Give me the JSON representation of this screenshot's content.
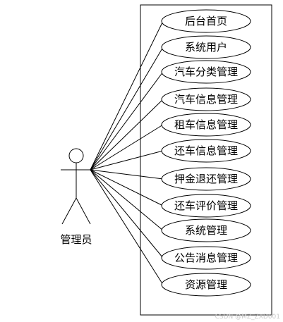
{
  "actor": {
    "label": "管理员"
  },
  "use_cases": [
    {
      "label": "后台首页"
    },
    {
      "label": "系统用户"
    },
    {
      "label": "汽车分类管理"
    },
    {
      "label": "汽车信息管理"
    },
    {
      "label": "租车信息管理"
    },
    {
      "label": "还车信息管理"
    },
    {
      "label": "押金退还管理"
    },
    {
      "label": "还车评价管理"
    },
    {
      "label": "系统管理"
    },
    {
      "label": "公告消息管理"
    },
    {
      "label": "资源管理"
    }
  ],
  "watermark": "CSDN @MZ_ZXD001",
  "colors": {
    "stroke": "#000000",
    "background": "#ffffff",
    "watermark": "#c8c8c8"
  }
}
